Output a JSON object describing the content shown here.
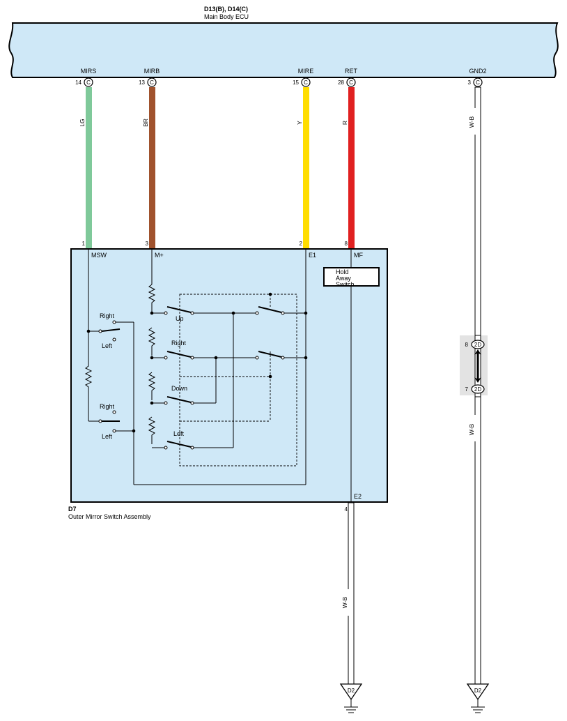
{
  "ecu": {
    "connectors_label": "D13(B), D14(C)",
    "name": "Main Body ECU",
    "terminals": [
      {
        "name": "MIRS",
        "pin": "14",
        "conn": "C"
      },
      {
        "name": "MIRB",
        "pin": "13",
        "conn": "C"
      },
      {
        "name": "MIRE",
        "pin": "15",
        "conn": "C"
      },
      {
        "name": "RET",
        "pin": "28",
        "conn": "C"
      },
      {
        "name": "GND2",
        "pin": "3",
        "conn": "C"
      }
    ]
  },
  "wires": [
    {
      "color_code": "LG",
      "color": "#7fc99a"
    },
    {
      "color_code": "BR",
      "color": "#a0522d"
    },
    {
      "color_code": "Y",
      "color": "#ffdd00"
    },
    {
      "color_code": "R",
      "color": "#e02020"
    },
    {
      "color_code": "W-B",
      "color": "#ffffff"
    }
  ],
  "switch_assembly": {
    "id": "D7",
    "name": "Outer Mirror Switch Assembly",
    "fill_color": "#cfe8f7",
    "terminals": [
      {
        "pin": "1",
        "name": "MSW"
      },
      {
        "pin": "3",
        "name": "M+"
      },
      {
        "pin": "2",
        "name": "E1"
      },
      {
        "pin": "8",
        "name": "MF"
      },
      {
        "pin": "4",
        "name": "E2"
      }
    ],
    "hold_away_switch": "Hold Away Switch",
    "selector_upper": {
      "right": "Right",
      "left": "Left"
    },
    "selector_lower": {
      "right": "Right",
      "left": "Left"
    },
    "direction_switches": [
      "Up",
      "Right",
      "Down",
      "Left"
    ]
  },
  "junction": {
    "id": "2D",
    "pins": [
      "8",
      "7"
    ]
  },
  "grounds": [
    "D2",
    "D2"
  ],
  "w_b_label": "W-B"
}
